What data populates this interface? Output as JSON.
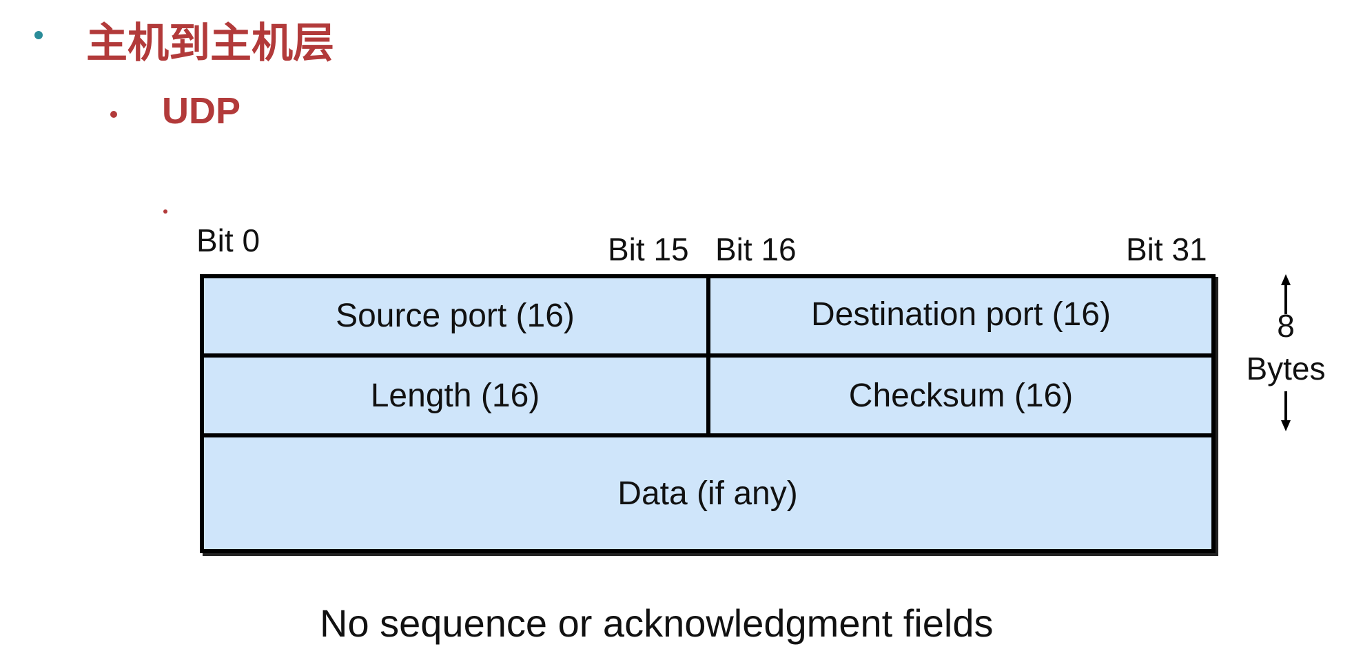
{
  "headings": {
    "level1": "主机到主机层",
    "level2": "UDP"
  },
  "bit_labels": {
    "bit0": "Bit 0",
    "bit15": "Bit 15",
    "bit16": "Bit 16",
    "bit31": "Bit 31"
  },
  "header_fields": {
    "source_port": "Source port (16)",
    "destination_port": "Destination port (16)",
    "length": "Length (16)",
    "checksum": "Checksum (16)",
    "data": "Data (if any)"
  },
  "size_indicator": {
    "value": "8",
    "unit": "Bytes"
  },
  "note": "No sequence or acknowledgment fields",
  "colors": {
    "heading": "#b23a3a",
    "level1_bullet": "#2a8c99",
    "field_fill": "#cfe5fa",
    "border": "#000000"
  }
}
